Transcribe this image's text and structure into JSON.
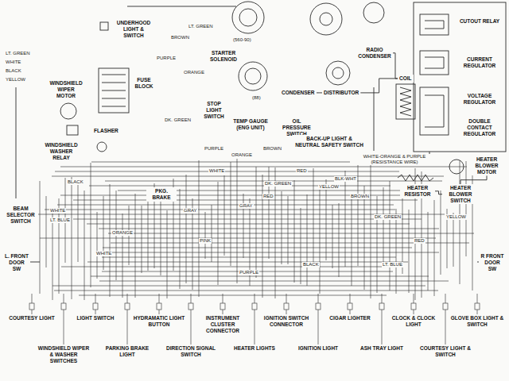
{
  "diagram": {
    "nodes": [
      {
        "text": [
          "UNDERHOOD LIGHT & SWITCH"
        ]
      },
      {
        "text": [
          "STARTER SOLENOID"
        ]
      },
      {
        "text": [
          "TEMP GAUGE (ENG UNIT)"
        ]
      },
      {
        "text": [
          "OIL PRESSURE SWITCH"
        ]
      },
      {
        "text": [
          "STOP LIGHT SWITCH"
        ]
      },
      {
        "text": [
          "CONDENSER"
        ]
      },
      {
        "text": [
          "RADIO CONDENSER"
        ]
      },
      {
        "text": [
          "DISTRIBUTOR"
        ]
      },
      {
        "text": [
          "COIL"
        ]
      },
      {
        "text": [
          "CUTOUT RELAY"
        ]
      },
      {
        "text": [
          "CURRENT REGULATOR"
        ]
      },
      {
        "text": [
          "VOLTAGE REGULATOR"
        ]
      },
      {
        "text": [
          "DOUBLE CONTACT REGULATOR"
        ]
      },
      {
        "text": [
          "BACK-UP LIGHT & NEUTRAL SAFETY SWITCH"
        ]
      },
      {
        "text": [
          "FUSE BLOCK"
        ]
      },
      {
        "text": [
          "WINDSHIELD WIPER MOTOR"
        ]
      },
      {
        "text": [
          "FLASHER"
        ]
      },
      {
        "text": [
          "WINDSHIELD WASHER RELAY"
        ]
      },
      {
        "text": [
          "HEATER BLOWER MOTOR"
        ]
      },
      {
        "text": [
          "HEATER RESISTOR"
        ]
      },
      {
        "text": [
          "HEATER BLOWER SWITCH"
        ]
      },
      {
        "text": [
          "BEAM SELECTOR SWITCH"
        ]
      },
      {
        "text": [
          "PKG. BRAKE"
        ]
      },
      {
        "text": [
          "L. FRONT DOOR SW"
        ]
      },
      {
        "text": [
          "R FRONT DOOR SW"
        ]
      },
      {
        "text": [
          "COURTESY LIGHT"
        ]
      },
      {
        "text": [
          "WINDSHIELD WIPER & WASHER SWITCHES"
        ]
      },
      {
        "text": [
          "LIGHT SWITCH"
        ]
      },
      {
        "text": [
          "PARKING BRAKE LIGHT"
        ]
      },
      {
        "text": [
          "HYDRAMATIC LIGHT BUTTON"
        ]
      },
      {
        "text": [
          "DIRECTION SIGNAL SWITCH"
        ]
      },
      {
        "text": [
          "INSTRUMENT CLUSTER CONNECTOR"
        ]
      },
      {
        "text": [
          "HEATER LIGHTS"
        ]
      },
      {
        "text": [
          "IGNITION SWITCH CONNECTOR"
        ]
      },
      {
        "text": [
          "IGNITION LIGHT"
        ]
      },
      {
        "text": [
          "CIGAR LIGHTER"
        ]
      },
      {
        "text": [
          "ASH TRAY LIGHT"
        ]
      },
      {
        "text": [
          "CLOCK & CLOCK LIGHT"
        ]
      },
      {
        "text": [
          "COURTESY LIGHT & SWITCH"
        ]
      },
      {
        "text": [
          "GLOVE BOX LIGHT & SWITCH"
        ]
      }
    ],
    "edges": [
      {
        "from": 5,
        "to": 7,
        "arrow": "none"
      },
      {
        "from": 8,
        "to": 7,
        "arrow": "none"
      },
      {
        "from": 6,
        "to": 8,
        "arrow": "none"
      },
      {
        "from": 19,
        "to": 20,
        "arrow": "none"
      },
      {
        "from": 18,
        "to": 20,
        "arrow": "none"
      }
    ],
    "labels": [
      "(560-90)",
      "(88)",
      "LT. GREEN",
      "WHITE",
      "BLACK",
      "YELLOW",
      "PURPLE",
      "BROWN",
      "ORANGE",
      "LT. GREEN",
      "DK. GREEN",
      "PURPLE",
      "ORANGE",
      "BROWN",
      "WHITE",
      "DK. GREEN",
      "RED",
      "GRAY",
      "RED",
      "YELLOW",
      "BROWN",
      "BLK-WHT",
      "WHITE",
      "LT. BLUE",
      "GRAY",
      "PINK",
      "WHITE",
      "BLACK",
      "DK. GREEN",
      "WHITE-ORANGE & PURPLE (RESISTANCE WIRE)",
      "ORANGE",
      "RED",
      "YELLOW",
      "LT. BLUE",
      "BLACK",
      "PURPLE"
    ]
  }
}
